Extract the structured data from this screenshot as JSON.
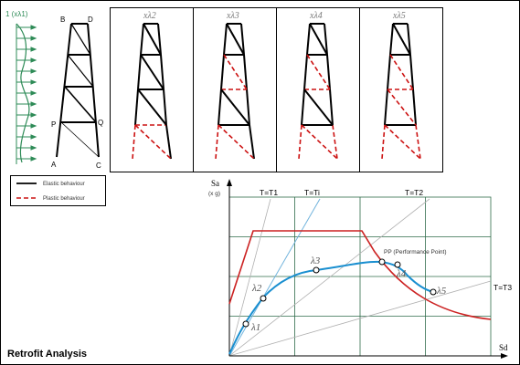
{
  "title": "Retrofit Analysis",
  "load_label": "1 (xλ1)",
  "nodes": {
    "b": "B",
    "d": "D",
    "p": "P",
    "q": "Q",
    "a": "A",
    "c": "C"
  },
  "legend": {
    "elastic": "Elastic behaviour",
    "plastic": "Plastic behaviour"
  },
  "panels": [
    "xλ2",
    "xλ3",
    "xλ4",
    "xλ5"
  ],
  "chart": {
    "ylabel": "Sa",
    "ylabel_sub": "(x g)",
    "xlabel": "Sd",
    "t_labels": [
      "T=T1",
      "T=Ti",
      "T=T2",
      "T=T3"
    ],
    "pp_label": "PP (Performance Point)",
    "lambdas": [
      "λ1",
      "λ2",
      "λ3",
      "λ4",
      "λ5"
    ]
  },
  "colors": {
    "elastic": "#000000",
    "plastic": "#cc1111",
    "capacity": "#1a8fd0",
    "demand": "#cc2222",
    "grid": "#2f6b4a",
    "load": "#2e8b57"
  }
}
